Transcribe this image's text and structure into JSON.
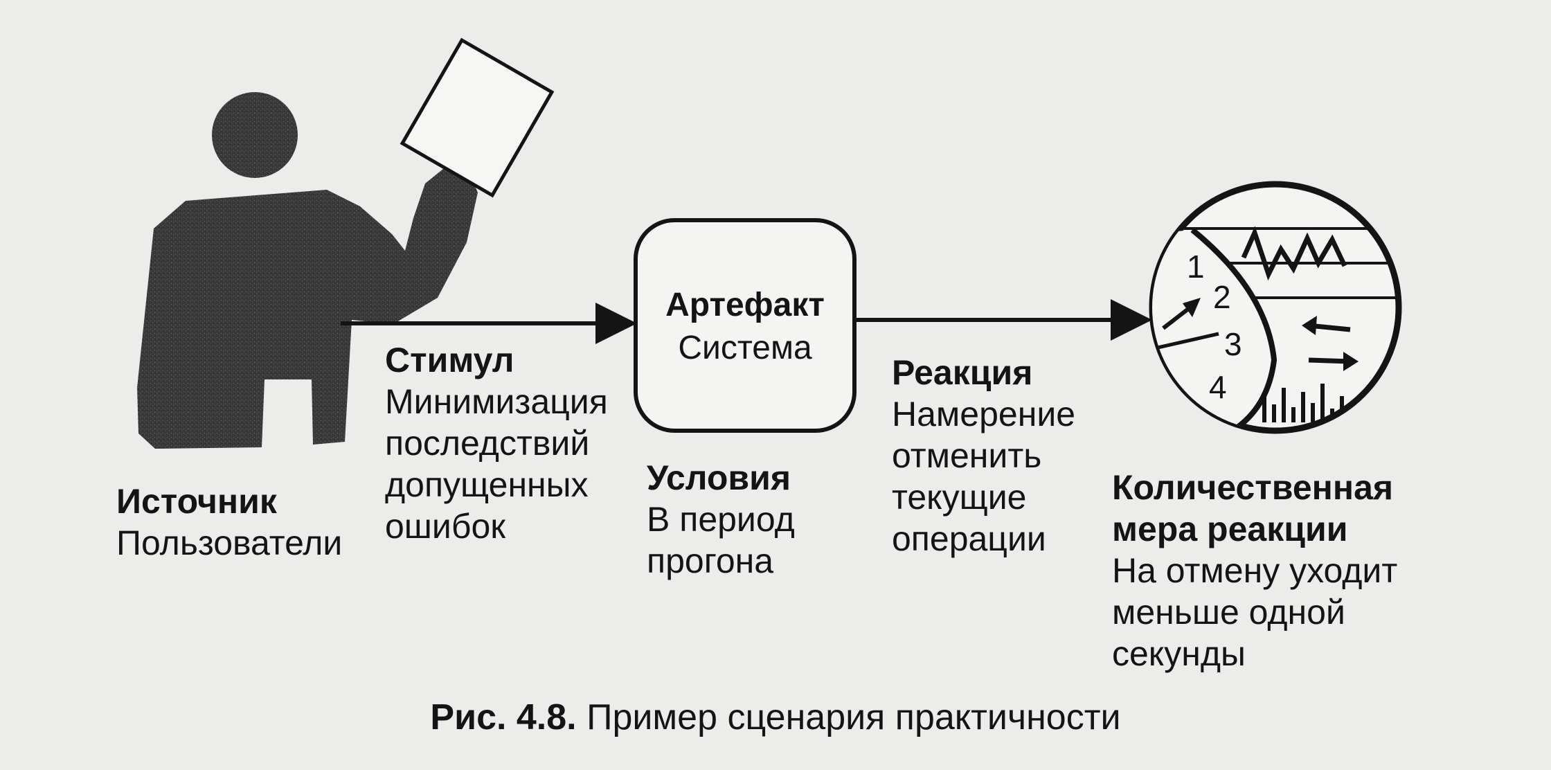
{
  "source": {
    "heading": "Источник",
    "text": "Пользователи"
  },
  "stimulus": {
    "heading": "Стимул",
    "lines": [
      "Минимизация",
      "последствий",
      "допущенных",
      "ошибок"
    ]
  },
  "artifact": {
    "heading": "Артефакт",
    "text": "Система"
  },
  "environment": {
    "heading": "Условия",
    "lines": [
      "В период",
      "прогона"
    ]
  },
  "response": {
    "heading": "Реакция",
    "lines": [
      "Намерение",
      "отменить",
      "текущие",
      "операции"
    ]
  },
  "measure": {
    "heading_lines": [
      "Количественная",
      "мера реакции"
    ],
    "lines": [
      "На отмену уходит",
      "меньше одной",
      "секунды"
    ]
  },
  "gauge_numbers": [
    "1",
    "2",
    "3",
    "4"
  ],
  "caption": {
    "label": "Рис. 4.8.",
    "text": "Пример сценария практичности"
  },
  "colors": {
    "ink": "#141414",
    "paper": "#ececea",
    "figure": "#3a3a3a"
  }
}
